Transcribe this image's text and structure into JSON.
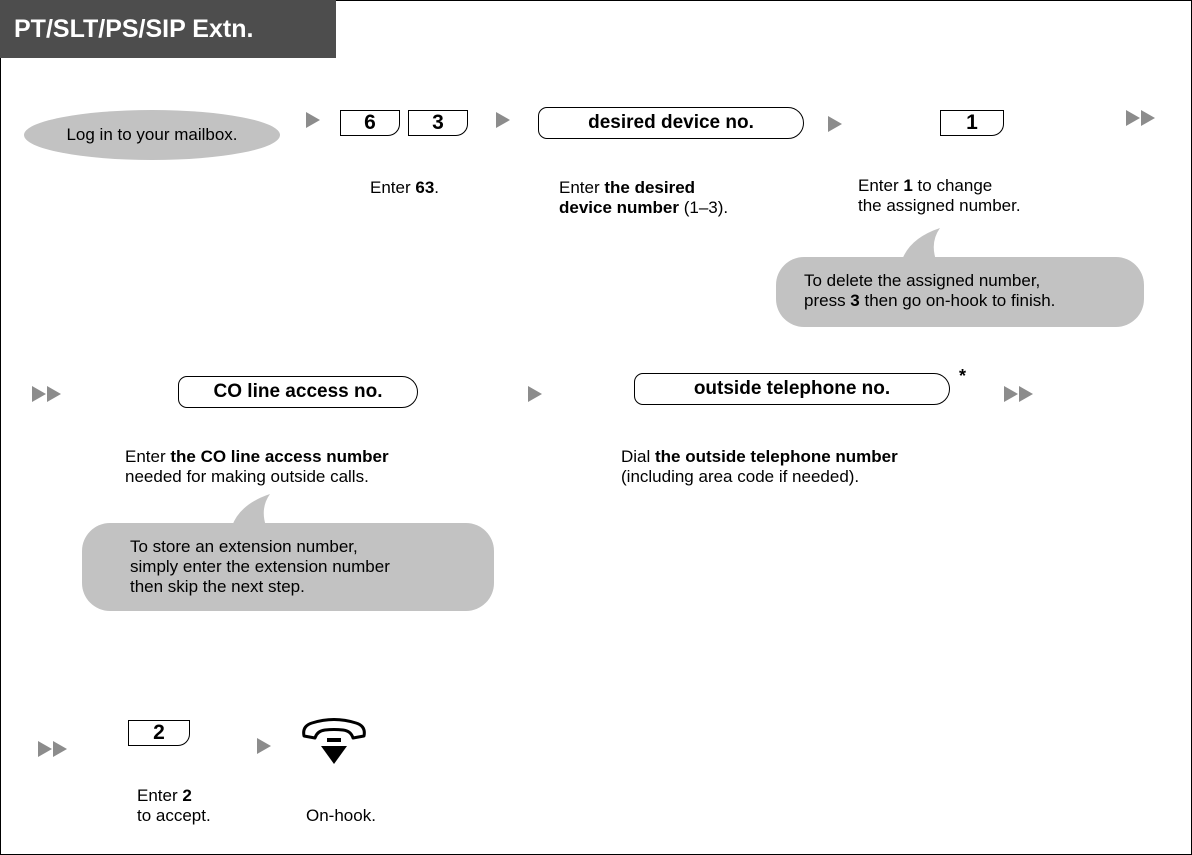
{
  "header": {
    "title": "PT/SLT/PS/SIP Extn."
  },
  "row1": {
    "start_label": "Log in to your mailbox.",
    "keys_63": [
      "6",
      "3"
    ],
    "desc_63": {
      "prefix": "Enter ",
      "bold": "63",
      "suffix": "."
    },
    "device_box": "desired device no.",
    "desc_device": {
      "line1_prefix": "Enter ",
      "line1_bold": "the desired",
      "line2_bold": "device number",
      "line2_suffix": " (1–3)."
    },
    "key_1": "1",
    "desc_1": {
      "line1_prefix": "Enter ",
      "line1_bold": "1",
      "line1_suffix": " to change",
      "line2": "the assigned number."
    },
    "bubble_delete": {
      "line1": "To delete the assigned number,",
      "line2_prefix": "press ",
      "line2_bold": "3",
      "line2_suffix": " then go on-hook to finish."
    }
  },
  "row2": {
    "co_box": "CO line access no.",
    "desc_co": {
      "line1_prefix": "Enter ",
      "line1_bold": "the CO line access number",
      "line2": "needed for making outside calls."
    },
    "bubble_ext": {
      "line1": "To store an extension number,",
      "line2": "simply enter the extension number",
      "line3": "then skip the next step."
    },
    "outside_box": "outside telephone no.",
    "asterisk": "*",
    "desc_outside": {
      "line1_prefix": "Dial ",
      "line1_bold": "the outside telephone number",
      "line2": "(including area code if needed)."
    }
  },
  "row3": {
    "key_2": "2",
    "desc_2": {
      "line1_prefix": "Enter ",
      "line1_bold": "2",
      "line2": "to accept."
    },
    "onhook_label": "On-hook.",
    "onhook_icon": "handset-onhook-icon"
  },
  "colors": {
    "header_bg": "#4d4d4d",
    "bubble_bg": "#c2c2c2",
    "arrow": "#8c8c8c"
  }
}
